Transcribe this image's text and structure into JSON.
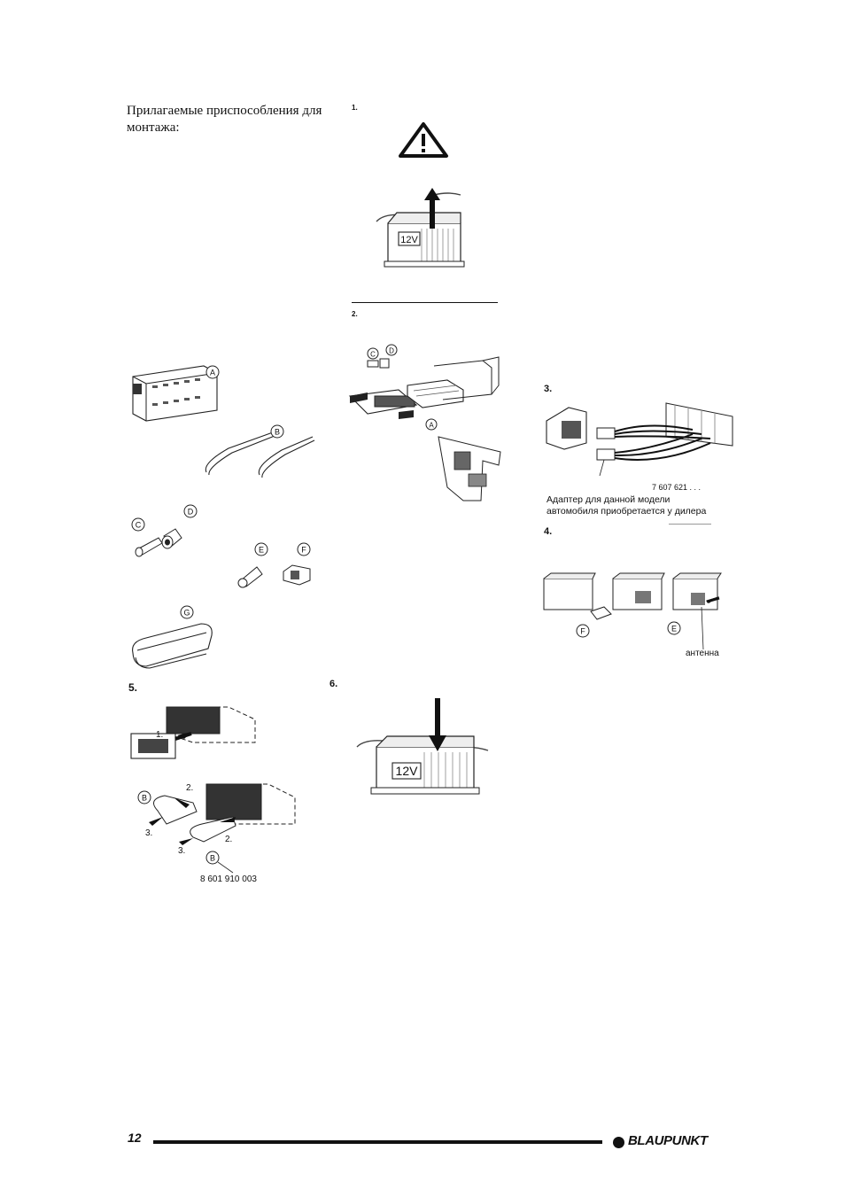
{
  "heading": "Прилагаемые приспособления для монтажа:",
  "steps": {
    "s1": "1.",
    "s2": "2.",
    "s3": "3.",
    "s4": "4.",
    "s5": "5.",
    "s6": "6."
  },
  "battery_label": "12V",
  "parts": {
    "a": "A",
    "b": "B",
    "c": "C",
    "d": "D",
    "e": "E",
    "f": "F",
    "g": "G"
  },
  "step3": {
    "part_number": "7 607 621 . . .",
    "note_line1": "Адаптер для данной модели",
    "note_line2": "автомобиля приобретается у дилера"
  },
  "step4": {
    "antenna_label": "антенна"
  },
  "step5": {
    "num1": "1.",
    "num2": "2.",
    "num3": "3.",
    "part_number": "8 601 910 003"
  },
  "footer": {
    "page_number": "12",
    "brand": "BLAUPUNKT"
  },
  "icons": [
    "warning-triangle-icon",
    "arrow-up-icon",
    "arrow-down-icon"
  ]
}
